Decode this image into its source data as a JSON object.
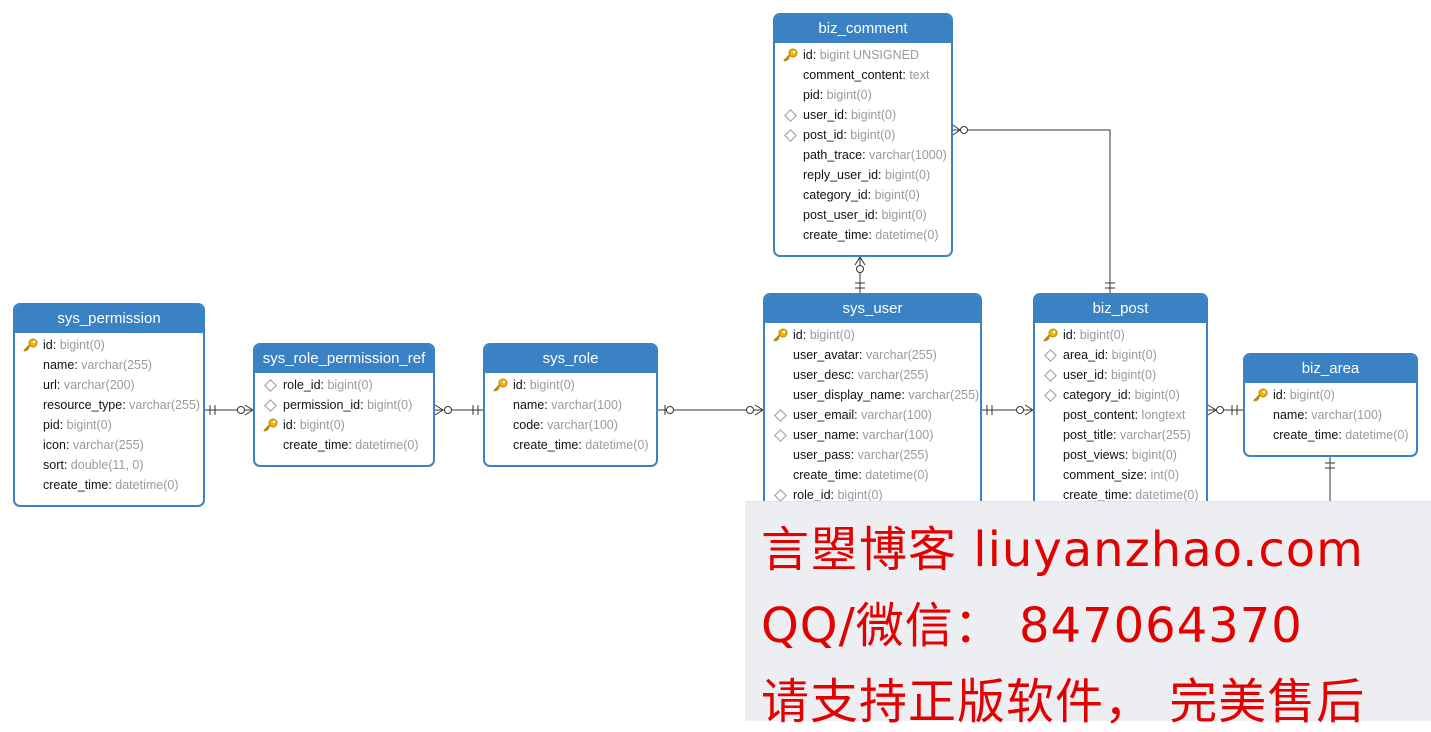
{
  "entities": {
    "sys_permission": {
      "title": "sys_permission",
      "fields": [
        {
          "name": "id",
          "type": "bigint(0)",
          "marker": "key"
        },
        {
          "name": "name",
          "type": "varchar(255)",
          "marker": ""
        },
        {
          "name": "url",
          "type": "varchar(200)",
          "marker": ""
        },
        {
          "name": "resource_type",
          "type": "varchar(255)",
          "marker": ""
        },
        {
          "name": "pid",
          "type": "bigint(0)",
          "marker": ""
        },
        {
          "name": "icon",
          "type": "varchar(255)",
          "marker": ""
        },
        {
          "name": "sort",
          "type": "double(11, 0)",
          "marker": ""
        },
        {
          "name": "create_time",
          "type": "datetime(0)",
          "marker": ""
        }
      ]
    },
    "sys_role_permission_ref": {
      "title": "sys_role_permission_ref",
      "fields": [
        {
          "name": "role_id",
          "type": "bigint(0)",
          "marker": "fk"
        },
        {
          "name": "permission_id",
          "type": "bigint(0)",
          "marker": "fk"
        },
        {
          "name": "id",
          "type": "bigint(0)",
          "marker": "key"
        },
        {
          "name": "create_time",
          "type": "datetime(0)",
          "marker": ""
        }
      ]
    },
    "sys_role": {
      "title": "sys_role",
      "fields": [
        {
          "name": "id",
          "type": "bigint(0)",
          "marker": "key"
        },
        {
          "name": "name",
          "type": "varchar(100)",
          "marker": ""
        },
        {
          "name": "code",
          "type": "varchar(100)",
          "marker": ""
        },
        {
          "name": "create_time",
          "type": "datetime(0)",
          "marker": ""
        }
      ]
    },
    "biz_comment": {
      "title": "biz_comment",
      "fields": [
        {
          "name": "id",
          "type": "bigint UNSIGNED",
          "marker": "key"
        },
        {
          "name": "comment_content",
          "type": "text",
          "marker": ""
        },
        {
          "name": "pid",
          "type": "bigint(0)",
          "marker": ""
        },
        {
          "name": "user_id",
          "type": "bigint(0)",
          "marker": "fk"
        },
        {
          "name": "post_id",
          "type": "bigint(0)",
          "marker": "fk"
        },
        {
          "name": "path_trace",
          "type": "varchar(1000)",
          "marker": ""
        },
        {
          "name": "reply_user_id",
          "type": "bigint(0)",
          "marker": ""
        },
        {
          "name": "category_id",
          "type": "bigint(0)",
          "marker": ""
        },
        {
          "name": "post_user_id",
          "type": "bigint(0)",
          "marker": ""
        },
        {
          "name": "create_time",
          "type": "datetime(0)",
          "marker": ""
        }
      ]
    },
    "sys_user": {
      "title": "sys_user",
      "fields": [
        {
          "name": "id",
          "type": "bigint(0)",
          "marker": "key"
        },
        {
          "name": "user_avatar",
          "type": "varchar(255)",
          "marker": ""
        },
        {
          "name": "user_desc",
          "type": "varchar(255)",
          "marker": ""
        },
        {
          "name": "user_display_name",
          "type": "varchar(255)",
          "marker": ""
        },
        {
          "name": "user_email",
          "type": "varchar(100)",
          "marker": "fk"
        },
        {
          "name": "user_name",
          "type": "varchar(100)",
          "marker": "fk"
        },
        {
          "name": "user_pass",
          "type": "varchar(255)",
          "marker": ""
        },
        {
          "name": "create_time",
          "type": "datetime(0)",
          "marker": ""
        },
        {
          "name": "role_id",
          "type": "bigint(0)",
          "marker": "fk"
        }
      ]
    },
    "biz_post": {
      "title": "biz_post",
      "fields": [
        {
          "name": "id",
          "type": "bigint(0)",
          "marker": "key"
        },
        {
          "name": "area_id",
          "type": "bigint(0)",
          "marker": "fk"
        },
        {
          "name": "user_id",
          "type": "bigint(0)",
          "marker": "fk"
        },
        {
          "name": "category_id",
          "type": "bigint(0)",
          "marker": "fk"
        },
        {
          "name": "post_content",
          "type": "longtext",
          "marker": ""
        },
        {
          "name": "post_title",
          "type": "varchar(255)",
          "marker": ""
        },
        {
          "name": "post_views",
          "type": "bigint(0)",
          "marker": ""
        },
        {
          "name": "comment_size",
          "type": "int(0)",
          "marker": ""
        },
        {
          "name": "create_time",
          "type": "datetime(0)",
          "marker": ""
        }
      ]
    },
    "biz_area": {
      "title": "biz_area",
      "fields": [
        {
          "name": "id",
          "type": "bigint(0)",
          "marker": "key"
        },
        {
          "name": "name",
          "type": "varchar(100)",
          "marker": ""
        },
        {
          "name": "create_time",
          "type": "datetime(0)",
          "marker": ""
        }
      ]
    }
  },
  "watermark": {
    "line1": "言曌博客 liuyanzhao.com",
    "line2": "QQ/微信：  847064370",
    "line3": "请支持正版软件，  完美售后"
  },
  "colors": {
    "header": "#3a82c4",
    "border": "#3a82c4",
    "type_text": "#9a9a9a",
    "key_icon": "#f2b705",
    "connector": "#333333",
    "watermark_text": "#e30000",
    "watermark_bg": "#eceef1"
  }
}
